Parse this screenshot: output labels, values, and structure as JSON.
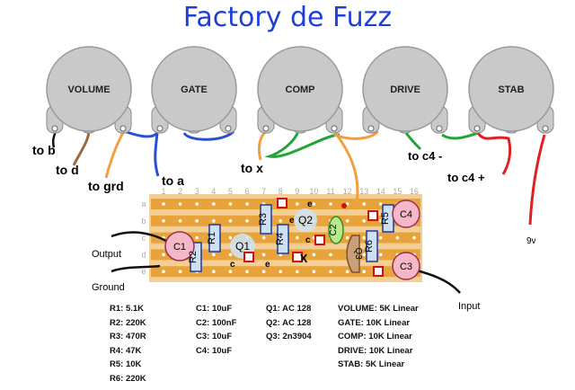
{
  "title": "Factory de Fuzz",
  "pots": [
    "VOLUME",
    "GATE",
    "COMP",
    "DRIVE",
    "STAB"
  ],
  "wire_labels": {
    "to_b": "to b",
    "to_d": "to d",
    "to_grd": "to grd",
    "to_a": "to a",
    "to_x": "to x",
    "to_c4_minus": "to c4 -",
    "to_c4_plus": "to c4 +"
  },
  "column_numbers": [
    "1",
    "2",
    "3",
    "4",
    "5",
    "6",
    "7",
    "8",
    "9",
    "10",
    "11",
    "12",
    "13",
    "14",
    "15",
    "16"
  ],
  "row_letters": [
    "a",
    "b",
    "c",
    "d",
    "e"
  ],
  "components": {
    "C1": "C1",
    "C2": "C2",
    "C3": "C3",
    "C4": "C4",
    "R1": "R1",
    "R2": "R2",
    "R3": "R3",
    "R4": "R4",
    "R5": "R5",
    "R6": "R6",
    "Q1": "Q1",
    "Q2": "Q2",
    "Q3": "Q3",
    "x_mark": "X",
    "pin_e1": "e",
    "pin_c1": "c",
    "pin_e2": "e",
    "pin_c2": "c",
    "pin_e3": "e"
  },
  "io_labels": {
    "output": "Output",
    "ground": "Ground",
    "input": "Input",
    "nine_v": "9v"
  },
  "parts": {
    "resistors": [
      "R1: 5.1K",
      "R2: 220K",
      "R3: 470R",
      "R4: 47K",
      "R5: 10K",
      "R6: 220K"
    ],
    "capacitors": [
      "C1: 10uF",
      "C2: 100nF",
      "C3: 10uF",
      "C4: 10uF"
    ],
    "transistors": [
      "Q1: AC 128",
      "Q2: AC 128",
      "Q3: 2n3904"
    ],
    "pots": [
      "VOLUME: 5K Linear",
      "GATE: 10K Linear",
      "COMP: 10K Linear",
      "DRIVE: 10K Linear",
      "STAB: 5K Linear"
    ]
  },
  "colors": {
    "title": "#1f3fd9",
    "stripboard": "#e8a33a",
    "pot_body": "#c9c9c9",
    "wire_blue": "#2a4fd6",
    "wire_green": "#23a33a",
    "wire_orange": "#f0a040",
    "wire_red": "#e02020",
    "wire_brown": "#a0683a",
    "resistor": "#1a3aa0",
    "cap_pink": "#f4b8c8",
    "cap_green": "#b6e88c"
  }
}
